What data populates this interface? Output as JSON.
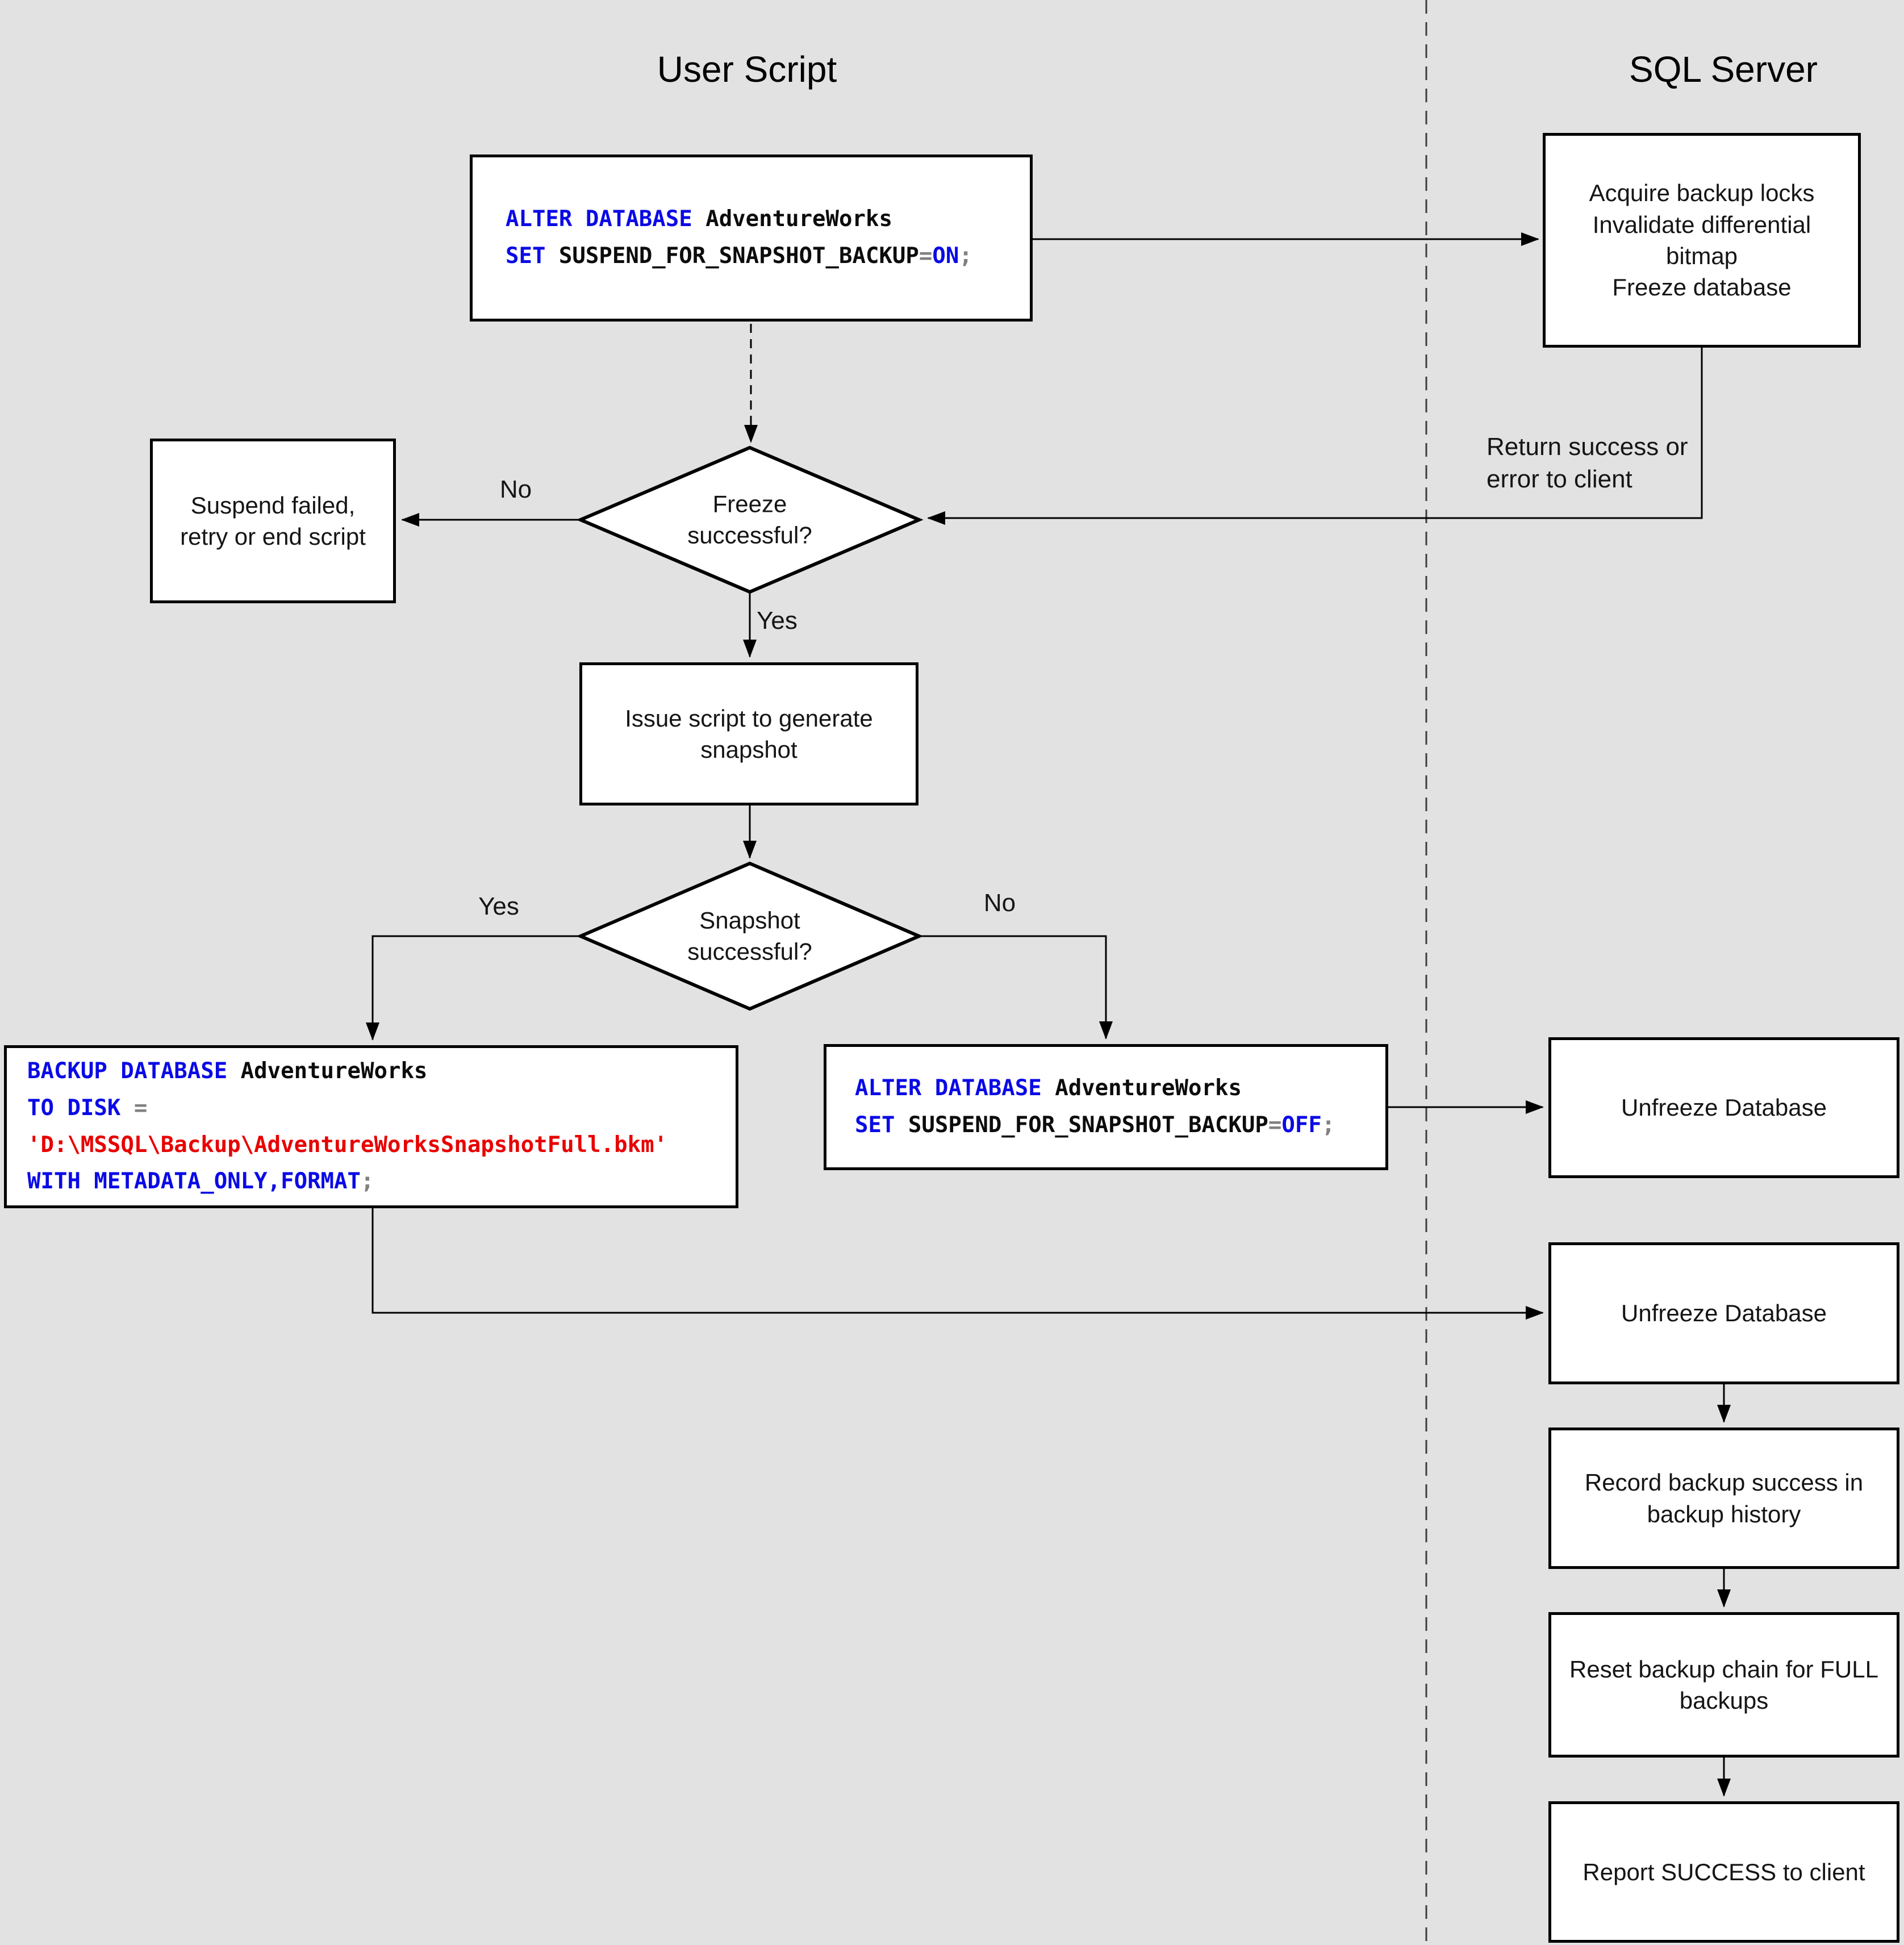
{
  "titles": {
    "left": "User Script",
    "right": "SQL Server"
  },
  "nodes": {
    "acquire": "Acquire backup locks\nInvalidate differential\nbitmap\nFreeze database",
    "suspend_failed": "Suspend failed,\nretry or end script",
    "issue_script": "Issue script to generate\nsnapshot",
    "freeze_question": "Freeze\nsuccessful?",
    "snapshot_question": "Snapshot\nsuccessful?",
    "unfreeze_1": "Unfreeze Database",
    "unfreeze_2": "Unfreeze Database",
    "record_history": "Record backup success in\nbackup history",
    "reset_chain": "Reset backup chain for FULL\nbackups",
    "report_success": "Report SUCCESS to client"
  },
  "edge_labels": {
    "freeze_no": "No",
    "freeze_yes": "Yes",
    "snapshot_yes": "Yes",
    "snapshot_no": "No",
    "return_note": "Return success or\nerror to client"
  },
  "code_blocks": {
    "suspend_on": {
      "lines": [
        [
          {
            "t": "ALTER DATABASE",
            "c": "kw"
          },
          {
            "t": " AdventureWorks",
            "c": "id"
          }
        ],
        [
          {
            "t": "SET",
            "c": "kw"
          },
          {
            "t": " SUSPEND_FOR_SNAPSHOT_BACKUP",
            "c": "id"
          },
          {
            "t": "=",
            "c": "op"
          },
          {
            "t": "ON",
            "c": "kw"
          },
          {
            "t": ";",
            "c": "op"
          }
        ]
      ]
    },
    "backup_metadata": {
      "lines": [
        [
          {
            "t": "BACKUP DATABASE",
            "c": "kw"
          },
          {
            "t": " AdventureWorks",
            "c": "id"
          }
        ],
        [
          {
            "t": "TO DISK",
            "c": "kw"
          },
          {
            "t": " ",
            "c": "id"
          },
          {
            "t": "=",
            "c": "op"
          }
        ],
        [
          {
            "t": "'D:\\MSSQL\\Backup\\AdventureWorksSnapshotFull.bkm'",
            "c": "str"
          }
        ],
        [
          {
            "t": "WITH METADATA_ONLY,FORMAT",
            "c": "kw"
          },
          {
            "t": ";",
            "c": "op"
          }
        ]
      ]
    },
    "suspend_off": {
      "lines": [
        [
          {
            "t": "ALTER DATABASE",
            "c": "kw"
          },
          {
            "t": " AdventureWorks",
            "c": "id"
          }
        ],
        [
          {
            "t": "SET",
            "c": "kw"
          },
          {
            "t": " SUSPEND_FOR_SNAPSHOT_BACKUP",
            "c": "id"
          },
          {
            "t": "=",
            "c": "op"
          },
          {
            "t": "OFF",
            "c": "kw"
          },
          {
            "t": ";",
            "c": "op"
          }
        ]
      ]
    }
  },
  "colors": {
    "background": "#e2e2e2",
    "box_fill": "#ffffff",
    "box_border": "#000000",
    "keyword_blue": "#0a0ae6",
    "string_red": "#e80000",
    "operator_gray": "#808080",
    "text_black": "#151515"
  }
}
